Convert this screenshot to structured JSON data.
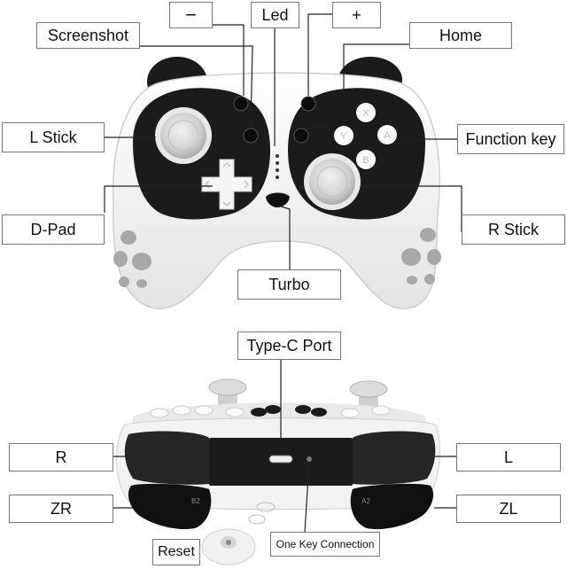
{
  "labels": {
    "minus": "−",
    "led": "Led",
    "plus": "+",
    "screenshot": "Screenshot",
    "home": "Home",
    "l_stick": "L Stick",
    "function_key": "Function key",
    "d_pad": "D-Pad",
    "r_stick": "R Stick",
    "turbo": "Turbo",
    "type_c_port": "Type-C Port",
    "r": "R",
    "l": "L",
    "zr": "ZR",
    "zl": "ZL",
    "reset": "Reset",
    "one_key_connection": "One Key Connection"
  },
  "button_letters": {
    "x": "X",
    "y": "Y",
    "a": "A",
    "b": "B"
  },
  "back_marks": {
    "b2": "B2",
    "a2": "A2"
  },
  "colors": {
    "body": "#f4f4f4",
    "panda_black": "#1b1b1b",
    "stick": "#d9d9d9",
    "paw": "#a8a8a8",
    "line": "#222222"
  }
}
